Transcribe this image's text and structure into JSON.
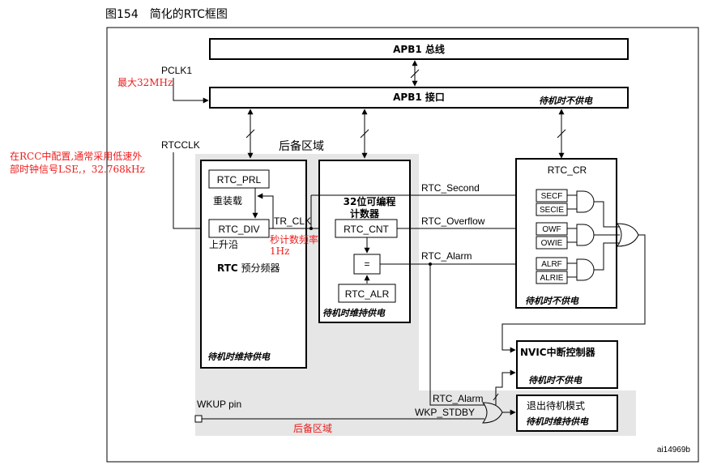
{
  "figure": {
    "caption": "图154　简化的RTC框图",
    "id_code": "ai14969b"
  },
  "bus": {
    "apb1_bus": "APB1 总线",
    "apb1_interface": "APB1 接口",
    "no_power_standby": "待机时不供电"
  },
  "inputs": {
    "pclk1": "PCLK1",
    "pclk1_note": "最大32MHz",
    "rtcclk": "RTCCLK",
    "rtcclk_note_line1": "在RCC中配置,通常采用低速外",
    "rtcclk_note_line2": "部时钟信号LSE,，32.768kHz"
  },
  "backup_domain": {
    "label_top": "后备区域",
    "label_bottom": "后备区域"
  },
  "prescaler": {
    "prl": "RTC_PRL",
    "reload": "重装载",
    "div": "RTC_DIV",
    "rising_edge": "上升沿",
    "title_bold": "RTC",
    "title_rest": " 预分频器",
    "standby": "待机时维持供电"
  },
  "tr_clk": {
    "label": "TR_CLK",
    "note_line1": "秒计数频率",
    "note_line2": "1Hz"
  },
  "counter": {
    "title_line1": "32位可编程",
    "title_line2": "计数器",
    "cnt": "RTC_CNT",
    "eq": "=",
    "alr": "RTC_ALR",
    "standby": "待机时维持供电"
  },
  "signals": {
    "second": "RTC_Second",
    "overflow": "RTC_Overflow",
    "alarm": "RTC_Alarm",
    "alarm2": "RTC_Alarm",
    "wkp_stdby": "WKP_STDBY",
    "wkup_pin": "WKUP pin"
  },
  "rtc_cr": {
    "title": "RTC_CR",
    "secf": "SECF",
    "secie": "SECIE",
    "owf": "OWF",
    "owie": "OWIE",
    "alrf": "ALRF",
    "alrie": "ALRIE",
    "standby": "待机时不供电"
  },
  "nvic": {
    "title": "NVIC中断控制器",
    "standby": "待机时不供电"
  },
  "exit_standby": {
    "title": "退出待机模式",
    "standby": "待机时维持供电"
  }
}
